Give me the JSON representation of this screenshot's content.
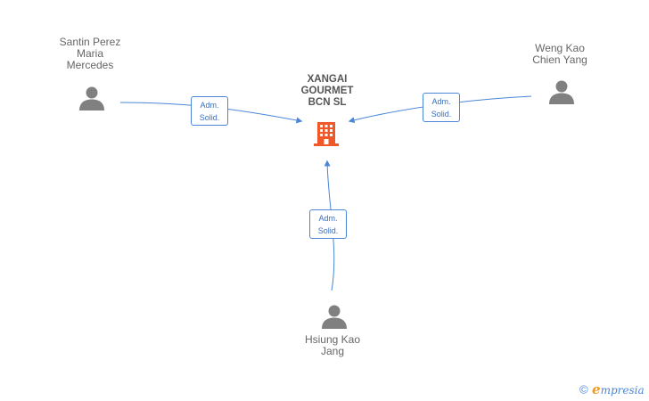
{
  "company": {
    "name_line1": "XANGAI",
    "name_line2": "GOURMET",
    "name_line3": "BCN SL",
    "icon": "building-icon",
    "color": "#f0582a"
  },
  "people": [
    {
      "id": "santin",
      "line1": "Santin Perez",
      "line2": "Maria",
      "line3": "Mercedes",
      "icon": "person-icon"
    },
    {
      "id": "weng",
      "line1": "Weng Kao",
      "line2": "Chien Yang",
      "icon": "person-icon"
    },
    {
      "id": "hsiung",
      "line1": "Hsiung Kao",
      "line2": "Jang",
      "icon": "person-icon"
    }
  ],
  "relations": [
    {
      "from": "santin",
      "line1": "Adm.",
      "line2": "Solid."
    },
    {
      "from": "weng",
      "line1": "Adm.",
      "line2": "Solid."
    },
    {
      "from": "hsiung",
      "line1": "Adm.",
      "line2": "Solid."
    }
  ],
  "footer": {
    "copyright": "©",
    "brand_first": "e",
    "brand_rest": "mpresia"
  },
  "colors": {
    "edge": "#4a86d8",
    "person": "#808080"
  }
}
